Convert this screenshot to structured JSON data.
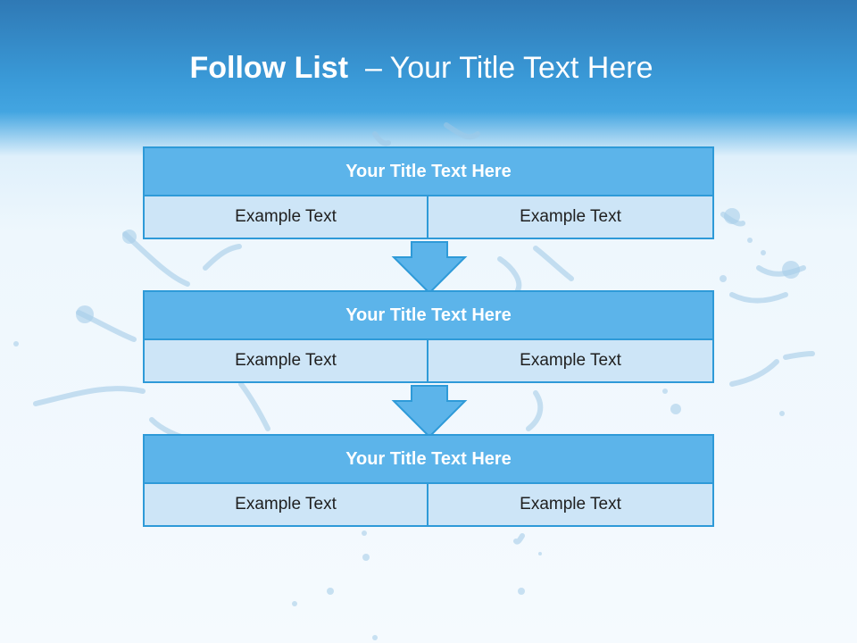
{
  "title": {
    "main": "Follow List",
    "sub": "– Your Title Text Here"
  },
  "steps": [
    {
      "title": "Your Title Text Here",
      "left": "Example Text",
      "right": "Example Text"
    },
    {
      "title": "Your Title Text Here",
      "left": "Example Text",
      "right": "Example Text"
    },
    {
      "title": "Your Title Text Here",
      "left": "Example Text",
      "right": "Example Text"
    }
  ],
  "colors": {
    "header": "#5cb4ea",
    "border": "#2e9ad8",
    "cell": "#cde5f7",
    "top_band": "#3a9ad8"
  }
}
